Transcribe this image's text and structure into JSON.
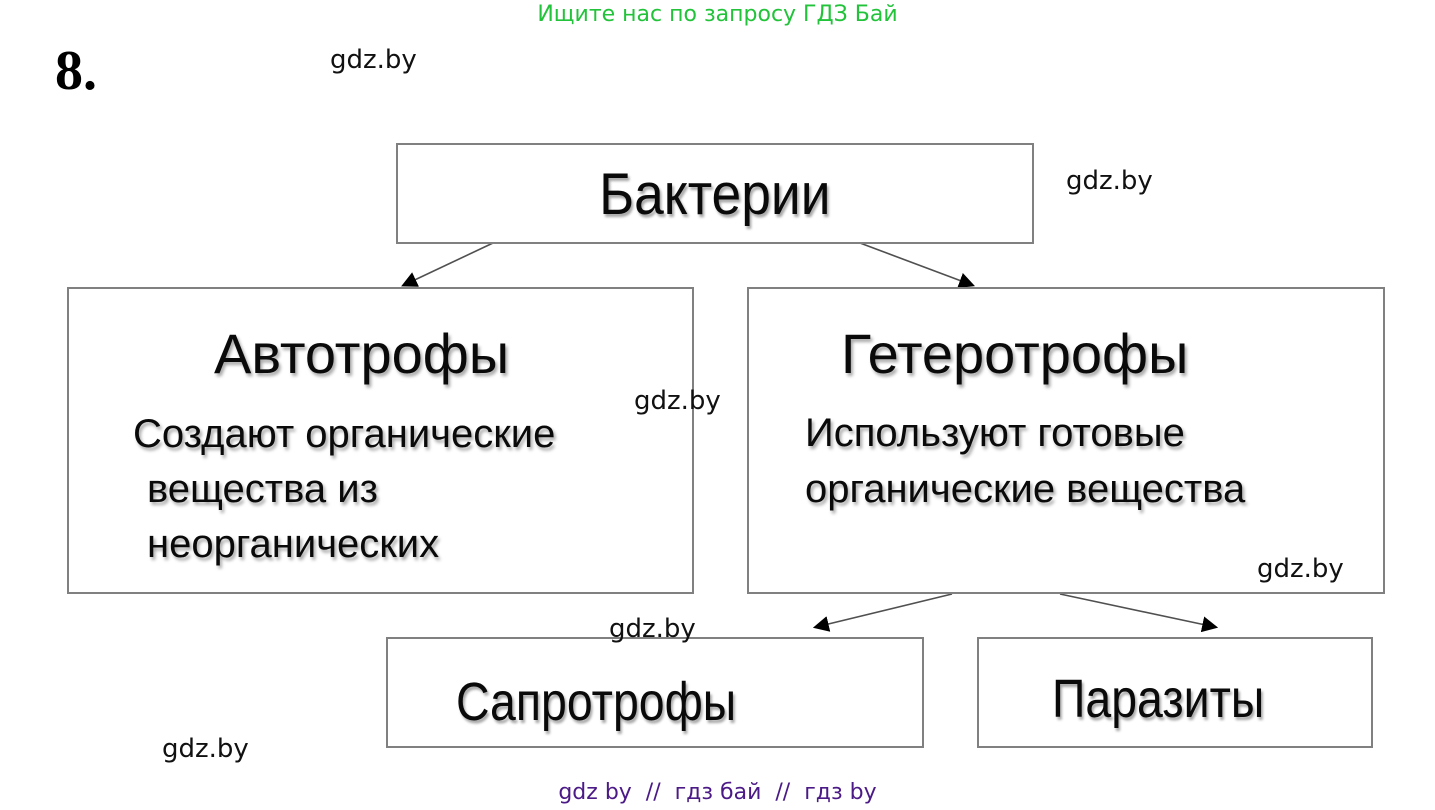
{
  "header": {
    "banner_text": "Ищите нас по запросу ГДЗ Бай",
    "banner_color": "#22c33a"
  },
  "task": {
    "number": "8."
  },
  "diagram": {
    "root": {
      "title": "Бактерии"
    },
    "autotrophs": {
      "title": "Автотрофы",
      "description_lines": [
        "Создают органические",
        "вещества из",
        "неорганических"
      ]
    },
    "heterotrophs": {
      "title": "Гетеротрофы",
      "description_lines": [
        "Используют готовые",
        "органические вещества"
      ]
    },
    "saprotrophs": {
      "title": "Сапротрофы"
    },
    "parasites": {
      "title": "Паразиты"
    },
    "line_color": "#808080",
    "arrow_color": "#000000"
  },
  "watermarks": [
    "gdz.by",
    "gdz.by",
    "gdz.by",
    "gdz.by",
    "gdz.by",
    "gdz.by"
  ],
  "footer": {
    "text": "gdz by  //  гдз бай  //  гдз by",
    "color": "#4b1a86"
  }
}
